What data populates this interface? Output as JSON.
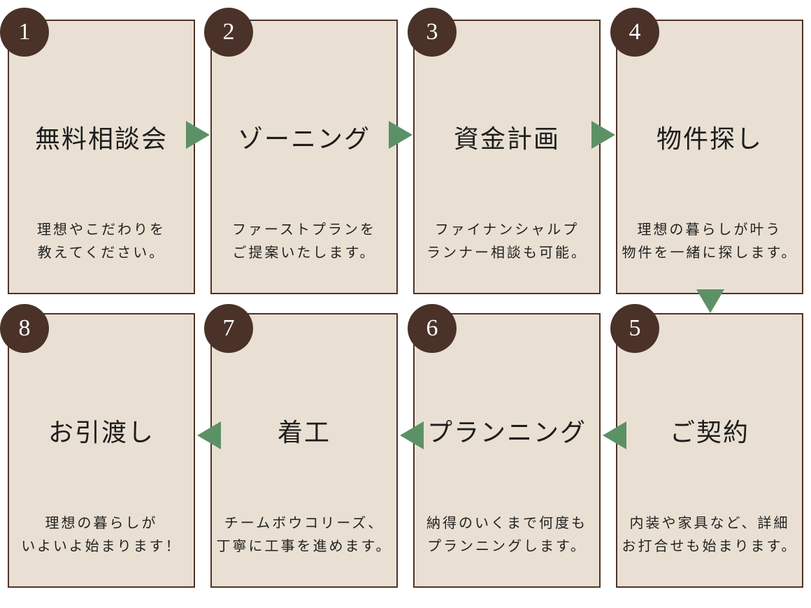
{
  "steps": [
    {
      "number": "1",
      "title": "無料相談会",
      "desc": [
        "理想やこだわりを",
        "教えてください。"
      ]
    },
    {
      "number": "2",
      "title": "ゾーニング",
      "desc": [
        "ファーストプランを",
        "ご提案いたします。"
      ]
    },
    {
      "number": "3",
      "title": "資金計画",
      "desc": [
        "ファイナンシャルプ",
        "ランナー相談も可能。"
      ]
    },
    {
      "number": "4",
      "title": "物件探し",
      "desc": [
        "理想の暮らしが叶う",
        "物件を一緒に探します。"
      ]
    },
    {
      "number": "5",
      "title": "ご契約",
      "desc": [
        "内装や家具など、詳細",
        "お打合せも始まります。"
      ]
    },
    {
      "number": "6",
      "title": "プランニング",
      "desc": [
        "納得のいくまで何度も",
        "プランニングします。"
      ]
    },
    {
      "number": "7",
      "title": "着工",
      "desc": [
        "チームボウコリーズ、",
        "丁寧に工事を進めます。"
      ]
    },
    {
      "number": "8",
      "title": "お引渡し",
      "desc": [
        "理想の暮らしが",
        "いよいよ始まります！"
      ]
    }
  ],
  "colors": {
    "card_bg": "#e9e0d3",
    "card_border": "#4f3427",
    "badge_bg": "#4a3228",
    "arrow": "#5c9166"
  }
}
